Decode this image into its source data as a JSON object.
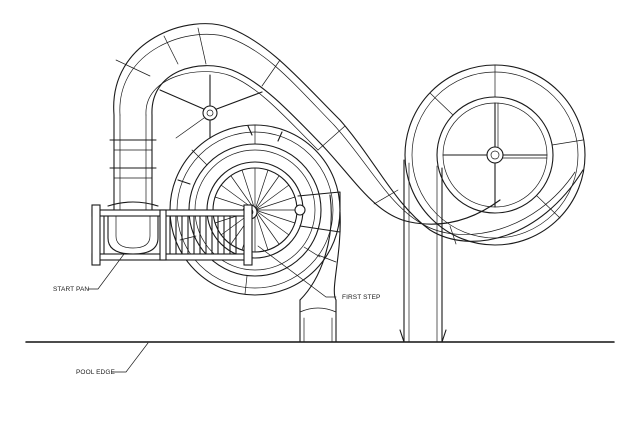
{
  "labels": {
    "start_pan": "START PAN",
    "first_step": "FIRST STEP",
    "pool_edge": "POOL EDGE"
  }
}
